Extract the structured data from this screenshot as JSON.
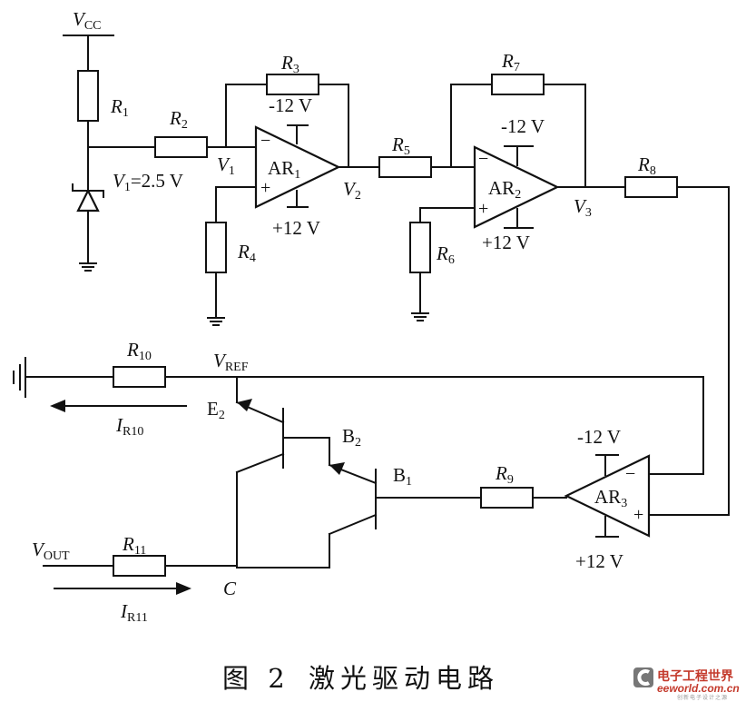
{
  "title": "激光驱动电路",
  "figure": {
    "number_label": "图 2",
    "caption_text": "激光驱动电路"
  },
  "labels": {
    "vcc": {
      "main": "V",
      "sub": "CC"
    },
    "r1": {
      "main": "R",
      "sub": "1"
    },
    "r2": {
      "main": "R",
      "sub": "2"
    },
    "r3": {
      "main": "R",
      "sub": "3"
    },
    "r4": {
      "main": "R",
      "sub": "4"
    },
    "r5": {
      "main": "R",
      "sub": "5"
    },
    "r6": {
      "main": "R",
      "sub": "6"
    },
    "r7": {
      "main": "R",
      "sub": "7"
    },
    "r8": {
      "main": "R",
      "sub": "8"
    },
    "r9": {
      "main": "R",
      "sub": "9"
    },
    "r10": {
      "main": "R",
      "sub": "10"
    },
    "r11": {
      "main": "R",
      "sub": "11"
    },
    "v1_node": {
      "main": "V",
      "sub": "1"
    },
    "v1_eq": {
      "main": "V",
      "sub": "1",
      "rest": "=2.5 V"
    },
    "v2": {
      "main": "V",
      "sub": "2"
    },
    "v3": {
      "main": "V",
      "sub": "3"
    },
    "vref": {
      "main": "V",
      "sub": "REF"
    },
    "vout": {
      "main": "V",
      "sub": "OUT"
    },
    "ir10": {
      "main": "I",
      "sub": "R10"
    },
    "ir11": {
      "main": "I",
      "sub": "R11"
    },
    "e2": {
      "main": "E",
      "sub": "2"
    },
    "b2": {
      "main": "B",
      "sub": "2"
    },
    "b1": {
      "main": "B",
      "sub": "1"
    },
    "c": "C"
  },
  "opamps": [
    {
      "id": "AR1",
      "main": "AR",
      "sub": "1",
      "neg_supply": "-12 V",
      "pos_supply": "+12 V",
      "inv": "−",
      "noninv": "+"
    },
    {
      "id": "AR2",
      "main": "AR",
      "sub": "2",
      "neg_supply": "-12 V",
      "pos_supply": "+12 V",
      "inv": "−",
      "noninv": "+"
    },
    {
      "id": "AR3",
      "main": "AR",
      "sub": "3",
      "neg_supply": "-12 V",
      "pos_supply": "+12 V",
      "inv": "−",
      "noninv": "+"
    }
  ],
  "watermark": {
    "brand_cn": "电子工程世界",
    "brand_url": "eeworld.com.cn",
    "tagline": "创新电子设计之源",
    "brand_color": "#c43a2c"
  }
}
